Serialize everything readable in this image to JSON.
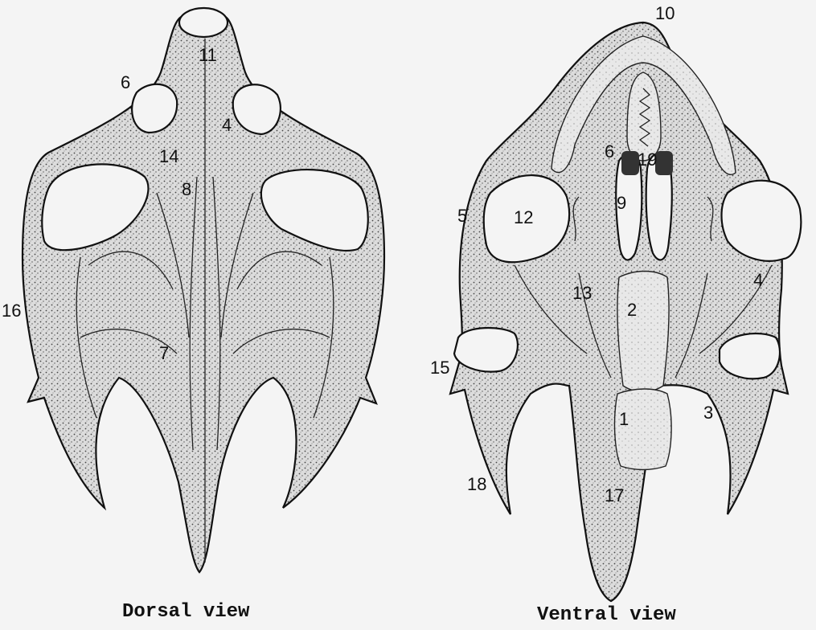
{
  "captions": {
    "dorsal": "Dorsal view",
    "ventral": "Ventral view"
  },
  "dorsal_labels": {
    "l6": "6",
    "l11": "11",
    "l4": "4",
    "l14": "14",
    "l8": "8",
    "l16": "16",
    "l7": "7"
  },
  "ventral_labels": {
    "l10": "10",
    "l6": "6",
    "l19": "19",
    "l5": "5",
    "l12": "12",
    "l9": "9",
    "l4": "4",
    "l13": "13",
    "l2": "2",
    "l15": "15",
    "l3": "3",
    "l1": "1",
    "l18": "18",
    "l17": "17"
  },
  "colors": {
    "ink": "#111111",
    "paper": "#f4f4f4"
  }
}
